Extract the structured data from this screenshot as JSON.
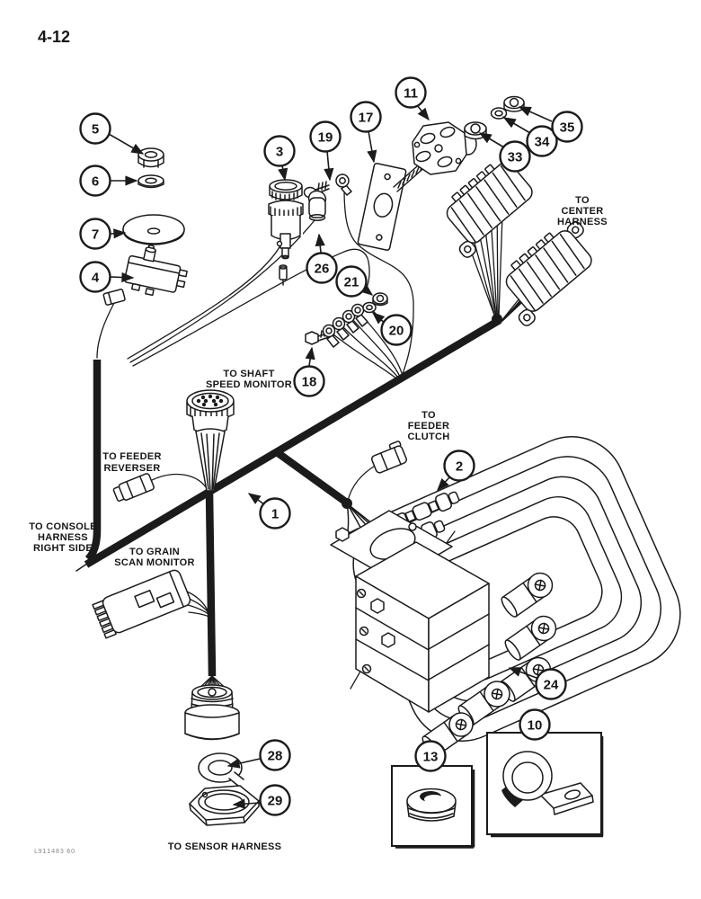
{
  "page": {
    "number": "4-12",
    "photo_id": "L911483 60"
  },
  "colors": {
    "ink": "#1b1b1b",
    "paper": "#ffffff"
  },
  "callouts": {
    "c1": {
      "num": "1"
    },
    "c2": {
      "num": "2"
    },
    "c3": {
      "num": "3"
    },
    "c4": {
      "num": "4"
    },
    "c5": {
      "num": "5"
    },
    "c6": {
      "num": "6"
    },
    "c7": {
      "num": "7"
    },
    "c10": {
      "num": "10"
    },
    "c11": {
      "num": "11"
    },
    "c13": {
      "num": "13"
    },
    "c17": {
      "num": "17"
    },
    "c18": {
      "num": "18"
    },
    "c19": {
      "num": "19"
    },
    "c20": {
      "num": "20"
    },
    "c21": {
      "num": "21"
    },
    "c24": {
      "num": "24"
    },
    "c26": {
      "num": "26"
    },
    "c28": {
      "num": "28"
    },
    "c29": {
      "num": "29"
    },
    "c33": {
      "num": "33"
    },
    "c34": {
      "num": "34"
    },
    "c35": {
      "num": "35"
    }
  },
  "labels": {
    "center_harness": {
      "lines": [
        "TO",
        "CENTER",
        "HARNESS"
      ]
    },
    "shaft_speed": {
      "lines": [
        "TO SHAFT",
        "SPEED MONITOR"
      ]
    },
    "feeder_reverser": {
      "lines": [
        "TO FEEDER",
        "REVERSER"
      ]
    },
    "console_harness": {
      "lines": [
        "TO CONSOLE",
        "HARNESS",
        "RIGHT SIDE"
      ]
    },
    "grain_scan": {
      "lines": [
        "TO GRAIN",
        "SCAN MONITOR"
      ]
    },
    "feeder_clutch": {
      "lines": [
        "TO",
        "FEEDER",
        "CLUTCH"
      ]
    },
    "sensor_harness": {
      "lines": [
        "TO SENSOR HARNESS"
      ]
    }
  }
}
